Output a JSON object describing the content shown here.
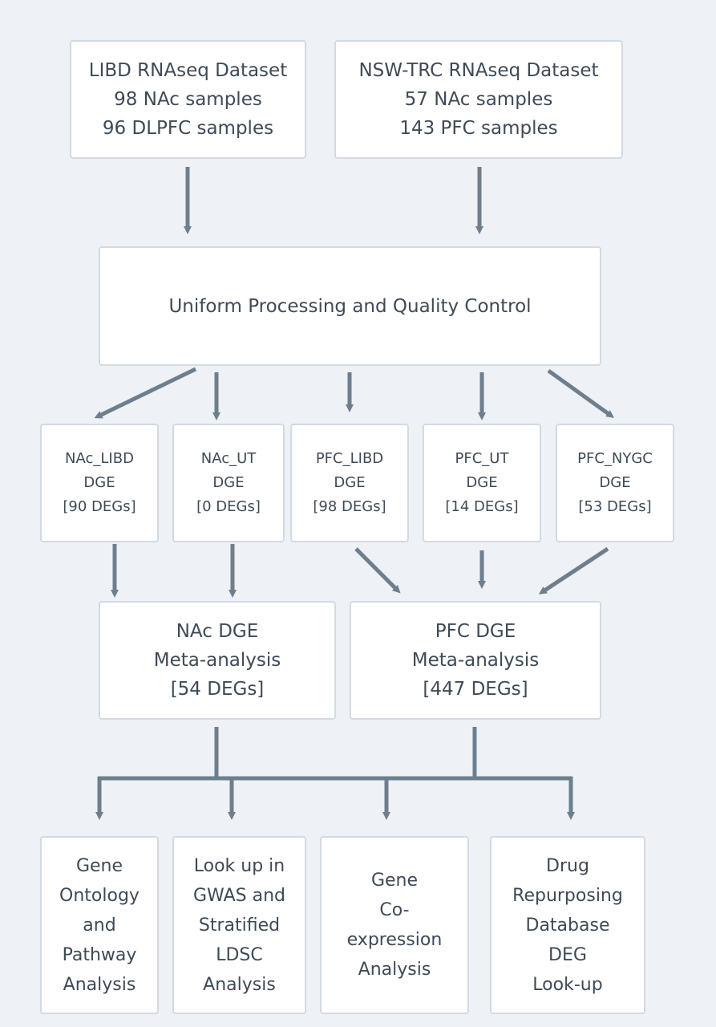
{
  "colors": {
    "background": "#eef1f5",
    "box": "#ffffff",
    "border": "#d3dae3",
    "arrow": "#6f7e8d",
    "text": "#3f4a57"
  },
  "boxes": {
    "libd_dataset": [
      "LIBD RNAseq Dataset",
      "98 NAc samples",
      "96 DLPFC samples"
    ],
    "nswtrc_dataset": [
      "NSW-TRC RNAseq Dataset",
      "57 NAc samples",
      "143 PFC samples"
    ],
    "processing": [
      "Uniform Processing and Quality Control"
    ],
    "nac_libd": [
      "NAc_LIBD",
      "DGE",
      "[90 DEGs]"
    ],
    "nac_ut": [
      "NAc_UT",
      "DGE",
      "[0 DEGs]"
    ],
    "pfc_libd": [
      "PFC_LIBD",
      "DGE",
      "[98 DEGs]"
    ],
    "pfc_ut": [
      "PFC_UT",
      "DGE",
      "[14 DEGs]"
    ],
    "pfc_nygc": [
      "PFC_NYGC",
      "DGE",
      "[53 DEGs]"
    ],
    "nac_meta": [
      "NAc DGE",
      "Meta-analysis",
      "[54 DEGs]"
    ],
    "pfc_meta": [
      "PFC DGE",
      "Meta-analysis",
      "[447 DEGs]"
    ],
    "gene_ontology": [
      "Gene",
      "Ontology",
      "and",
      "Pathway",
      "Analysis"
    ],
    "gwas_ldsc": [
      "Look up in",
      "GWAS and",
      "Stratified",
      "LDSC",
      "Analysis"
    ],
    "coexpression": [
      "Gene",
      "Co-",
      "expression",
      "Analysis"
    ],
    "drug_repurposing": [
      "Drug",
      "Repurposing",
      "Database",
      "DEG",
      "Look-up"
    ]
  }
}
